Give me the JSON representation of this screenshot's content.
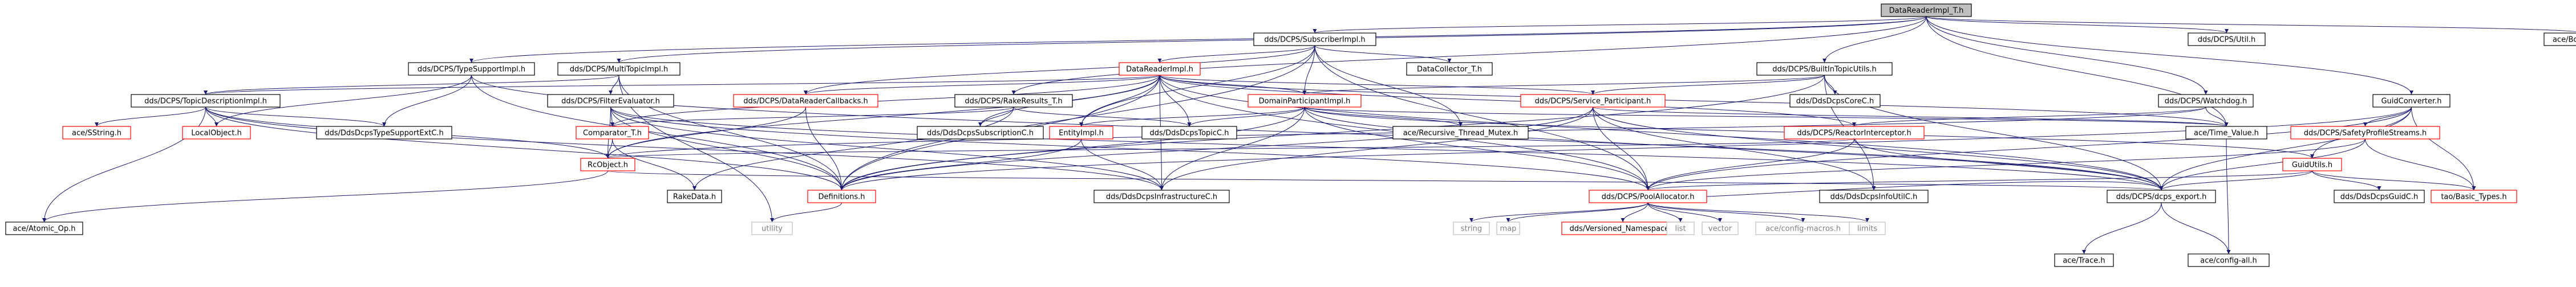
{
  "colors": {
    "root_fill": "#bfbfbf",
    "box_fill": "#ffffff",
    "normal_border": "#000000",
    "truncated_border": "#ff0000",
    "system_border": "#bfbfbf",
    "system_text": "#808080",
    "edge": "#191970",
    "text": "#000000"
  },
  "graph": {
    "nodes": [
      {
        "id": "root",
        "label": "DataReaderImpl_T.h",
        "kind": "root"
      },
      {
        "id": "subimpl",
        "label": "dds/DCPS/SubscriberImpl.h",
        "kind": "normal"
      },
      {
        "id": "multitopic",
        "label": "dds/DCPS/MultiTopicImpl.h",
        "kind": "normal"
      },
      {
        "id": "typesupport",
        "label": "dds/DCPS/TypeSupportImpl.h",
        "kind": "normal"
      },
      {
        "id": "rakeresults",
        "label": "dds/DCPS/RakeResults_T.h",
        "kind": "normal"
      },
      {
        "id": "builtin",
        "label": "dds/DCPS/BuiltInTopicUtils.h",
        "kind": "normal"
      },
      {
        "id": "util",
        "label": "dds/DCPS/Util.h",
        "kind": "normal"
      },
      {
        "id": "watchdog",
        "label": "dds/DCPS/Watchdog.h",
        "kind": "normal"
      },
      {
        "id": "guidconv",
        "label": "GuidConverter.h",
        "kind": "normal"
      },
      {
        "id": "boundptr",
        "label": "ace/Bound_Ptr.h",
        "kind": "normal"
      },
      {
        "id": "datareaderimpl",
        "label": "DataReaderImpl.h",
        "kind": "truncated"
      },
      {
        "id": "datacollector",
        "label": "DataCollector_T.h",
        "kind": "normal"
      },
      {
        "id": "topicdesc",
        "label": "dds/DCPS/TopicDescriptionImpl.h",
        "kind": "normal"
      },
      {
        "id": "filtereval",
        "label": "dds/DCPS/FilterEvaluator.h",
        "kind": "normal"
      },
      {
        "id": "drcallbacks",
        "label": "dds/DCPS/DataReaderCallbacks.h",
        "kind": "truncated"
      },
      {
        "id": "domainpart",
        "label": "DomainParticipantImpl.h",
        "kind": "truncated"
      },
      {
        "id": "serviceparticipant",
        "label": "dds/DCPS/Service_Participant.h",
        "kind": "truncated"
      },
      {
        "id": "ddsdcpscorec",
        "label": "dds/DdsDcpsCoreC.h",
        "kind": "normal"
      },
      {
        "id": "reactorinterceptor",
        "label": "dds/DCPS/ReactorInterceptor.h",
        "kind": "truncated"
      },
      {
        "id": "safetyprofile",
        "label": "dds/DCPS/SafetyProfileStreams.h",
        "kind": "truncated"
      },
      {
        "id": "sstring",
        "label": "ace/SString.h",
        "kind": "truncated"
      },
      {
        "id": "localobject",
        "label": "LocalObject.h",
        "kind": "truncated"
      },
      {
        "id": "typesupportextc",
        "label": "dds/DdsDcpsTypeSupportExtC.h",
        "kind": "normal"
      },
      {
        "id": "comparator",
        "label": "Comparator_T.h",
        "kind": "truncated"
      },
      {
        "id": "subscriptionc",
        "label": "dds/DdsDcpsSubscriptionC.h",
        "kind": "normal"
      },
      {
        "id": "topicc",
        "label": "dds/DdsDcpsTopicC.h",
        "kind": "normal"
      },
      {
        "id": "entityimpl",
        "label": "EntityImpl.h",
        "kind": "truncated"
      },
      {
        "id": "recursivemutex",
        "label": "ace/Recursive_Thread_Mutex.h",
        "kind": "normal"
      },
      {
        "id": "timevalue",
        "label": "ace/Time_Value.h",
        "kind": "normal"
      },
      {
        "id": "guidutils",
        "label": "GuidUtils.h",
        "kind": "truncated"
      },
      {
        "id": "rcobject",
        "label": "RcObject.h",
        "kind": "truncated"
      },
      {
        "id": "rakedata",
        "label": "RakeData.h",
        "kind": "normal"
      },
      {
        "id": "definitions",
        "label": "Definitions.h",
        "kind": "truncated"
      },
      {
        "id": "infrastructurec",
        "label": "dds/DdsDcpsInfrastructureC.h",
        "kind": "normal"
      },
      {
        "id": "poolallocator",
        "label": "dds/DCPS/PoolAllocator.h",
        "kind": "truncated"
      },
      {
        "id": "infoutilc",
        "label": "dds/DdsDcpsInfoUtilC.h",
        "kind": "normal"
      },
      {
        "id": "dcpsexport",
        "label": "dds/DCPS/dcps_export.h",
        "kind": "normal"
      },
      {
        "id": "guidc",
        "label": "dds/DdsDcpsGuidC.h",
        "kind": "normal"
      },
      {
        "id": "basictypes",
        "label": "tao/Basic_Types.h",
        "kind": "truncated"
      },
      {
        "id": "atomicop",
        "label": "ace/Atomic_Op.h",
        "kind": "normal"
      },
      {
        "id": "utility",
        "label": "utility",
        "kind": "system"
      },
      {
        "id": "string",
        "label": "string",
        "kind": "system"
      },
      {
        "id": "map",
        "label": "map",
        "kind": "system"
      },
      {
        "id": "versionedns",
        "label": "dds/Versioned_Namespace.h",
        "kind": "truncated"
      },
      {
        "id": "list",
        "label": "list",
        "kind": "system"
      },
      {
        "id": "vector",
        "label": "vector",
        "kind": "system"
      },
      {
        "id": "configmacros",
        "label": "ace/config-macros.h",
        "kind": "system"
      },
      {
        "id": "limits",
        "label": "limits",
        "kind": "system"
      },
      {
        "id": "tracemod",
        "label": "ace/Trace.h",
        "kind": "normal"
      },
      {
        "id": "configall",
        "label": "ace/config-all.h",
        "kind": "normal"
      }
    ],
    "edges": [
      [
        "root",
        "subimpl"
      ],
      [
        "root",
        "multitopic"
      ],
      [
        "root",
        "typesupport"
      ],
      [
        "root",
        "rakeresults"
      ],
      [
        "root",
        "builtin"
      ],
      [
        "root",
        "util"
      ],
      [
        "root",
        "watchdog"
      ],
      [
        "root",
        "guidconv"
      ],
      [
        "root",
        "boundptr"
      ],
      [
        "root",
        "timevalue"
      ],
      [
        "subimpl",
        "datareaderimpl"
      ],
      [
        "subimpl",
        "datacollector"
      ],
      [
        "subimpl",
        "drcallbacks"
      ],
      [
        "subimpl",
        "entityimpl"
      ],
      [
        "subimpl",
        "definitions"
      ],
      [
        "subimpl",
        "recursivemutex"
      ],
      [
        "subimpl",
        "poolallocator"
      ],
      [
        "subimpl",
        "domainpart"
      ],
      [
        "multitopic",
        "topicdesc"
      ],
      [
        "multitopic",
        "filtereval"
      ],
      [
        "multitopic",
        "utility"
      ],
      [
        "multitopic",
        "definitions"
      ],
      [
        "typesupport",
        "localobject"
      ],
      [
        "typesupport",
        "typesupportextc"
      ],
      [
        "typesupport",
        "definitions"
      ],
      [
        "typesupport",
        "dcpsexport"
      ],
      [
        "rakeresults",
        "rakedata"
      ],
      [
        "rakeresults",
        "comparator"
      ],
      [
        "rakeresults",
        "subscriptionc"
      ],
      [
        "rakeresults",
        "topicc"
      ],
      [
        "builtin",
        "domainpart"
      ],
      [
        "builtin",
        "serviceparticipant"
      ],
      [
        "builtin",
        "ddsdcpscorec"
      ],
      [
        "builtin",
        "infoutilc"
      ],
      [
        "builtin",
        "definitions"
      ],
      [
        "builtin",
        "dcpsexport"
      ],
      [
        "watchdog",
        "reactorinterceptor"
      ],
      [
        "watchdog",
        "timevalue"
      ],
      [
        "watchdog",
        "rcobject"
      ],
      [
        "guidconv",
        "guidutils"
      ],
      [
        "guidconv",
        "safetyprofile"
      ],
      [
        "guidconv",
        "dcpsexport"
      ],
      [
        "guidconv",
        "poolallocator"
      ],
      [
        "guidconv",
        "basictypes"
      ],
      [
        "guidconv",
        "definitions"
      ],
      [
        "datareaderimpl",
        "topicdesc"
      ],
      [
        "datareaderimpl",
        "drcallbacks"
      ],
      [
        "datareaderimpl",
        "domainpart"
      ],
      [
        "datareaderimpl",
        "serviceparticipant"
      ],
      [
        "datareaderimpl",
        "entityimpl"
      ],
      [
        "datareaderimpl",
        "topicc"
      ],
      [
        "datareaderimpl",
        "subscriptionc"
      ],
      [
        "datareaderimpl",
        "infrastructurec"
      ],
      [
        "datareaderimpl",
        "poolallocator"
      ],
      [
        "datareaderimpl",
        "timevalue"
      ],
      [
        "datareaderimpl",
        "reactorinterceptor"
      ],
      [
        "datareaderimpl",
        "rcobject"
      ],
      [
        "datareaderimpl",
        "comparator"
      ],
      [
        "datareaderimpl",
        "definitions"
      ],
      [
        "datareaderimpl",
        "dcpsexport"
      ],
      [
        "topicdesc",
        "sstring"
      ],
      [
        "topicdesc",
        "localobject"
      ],
      [
        "topicdesc",
        "typesupportextc"
      ],
      [
        "topicdesc",
        "atomicop"
      ],
      [
        "topicdesc",
        "definitions"
      ],
      [
        "topicdesc",
        "rcobject"
      ],
      [
        "topicdesc",
        "infrastructurec"
      ],
      [
        "filtereval",
        "comparator"
      ],
      [
        "filtereval",
        "rcobject"
      ],
      [
        "filtereval",
        "definitions"
      ],
      [
        "filtereval",
        "poolallocator"
      ],
      [
        "filtereval",
        "infrastructurec"
      ],
      [
        "filtereval",
        "dcpsexport"
      ],
      [
        "drcallbacks",
        "rcobject"
      ],
      [
        "drcallbacks",
        "definitions"
      ],
      [
        "domainpart",
        "entityimpl"
      ],
      [
        "domainpart",
        "topicc"
      ],
      [
        "domainpart",
        "recursivemutex"
      ],
      [
        "domainpart",
        "timevalue"
      ],
      [
        "domainpart",
        "definitions"
      ],
      [
        "domainpart",
        "poolallocator"
      ],
      [
        "domainpart",
        "infrastructurec"
      ],
      [
        "domainpart",
        "guidutils"
      ],
      [
        "domainpart",
        "dcpsexport"
      ],
      [
        "serviceparticipant",
        "definitions"
      ],
      [
        "serviceparticipant",
        "poolallocator"
      ],
      [
        "serviceparticipant",
        "infrastructurec"
      ],
      [
        "serviceparticipant",
        "infoutilc"
      ],
      [
        "serviceparticipant",
        "dcpsexport"
      ],
      [
        "serviceparticipant",
        "timevalue"
      ],
      [
        "reactorinterceptor",
        "rcobject"
      ],
      [
        "reactorinterceptor",
        "poolallocator"
      ],
      [
        "reactorinterceptor",
        "dcpsexport"
      ],
      [
        "safetyprofile",
        "poolallocator"
      ],
      [
        "safetyprofile",
        "basictypes"
      ],
      [
        "safetyprofile",
        "dcpsexport"
      ],
      [
        "comparator",
        "rcobject"
      ],
      [
        "comparator",
        "rakedata"
      ],
      [
        "entityimpl",
        "definitions"
      ],
      [
        "entityimpl",
        "infrastructurec"
      ],
      [
        "guidutils",
        "guidc"
      ],
      [
        "guidutils",
        "dcpsexport"
      ],
      [
        "guidutils",
        "basictypes"
      ],
      [
        "guidutils",
        "poolallocator"
      ],
      [
        "rcobject",
        "atomicop"
      ],
      [
        "rcobject",
        "dcpsexport"
      ],
      [
        "definitions",
        "utility"
      ],
      [
        "poolallocator",
        "string"
      ],
      [
        "poolallocator",
        "map"
      ],
      [
        "poolallocator",
        "versionedns"
      ],
      [
        "poolallocator",
        "list"
      ],
      [
        "poolallocator",
        "vector"
      ],
      [
        "poolallocator",
        "configmacros"
      ],
      [
        "poolallocator",
        "limits"
      ],
      [
        "poolallocator",
        "dcpsexport"
      ],
      [
        "dcpsexport",
        "tracemod"
      ],
      [
        "dcpsexport",
        "configall"
      ],
      [
        "timevalue",
        "configall"
      ]
    ]
  }
}
